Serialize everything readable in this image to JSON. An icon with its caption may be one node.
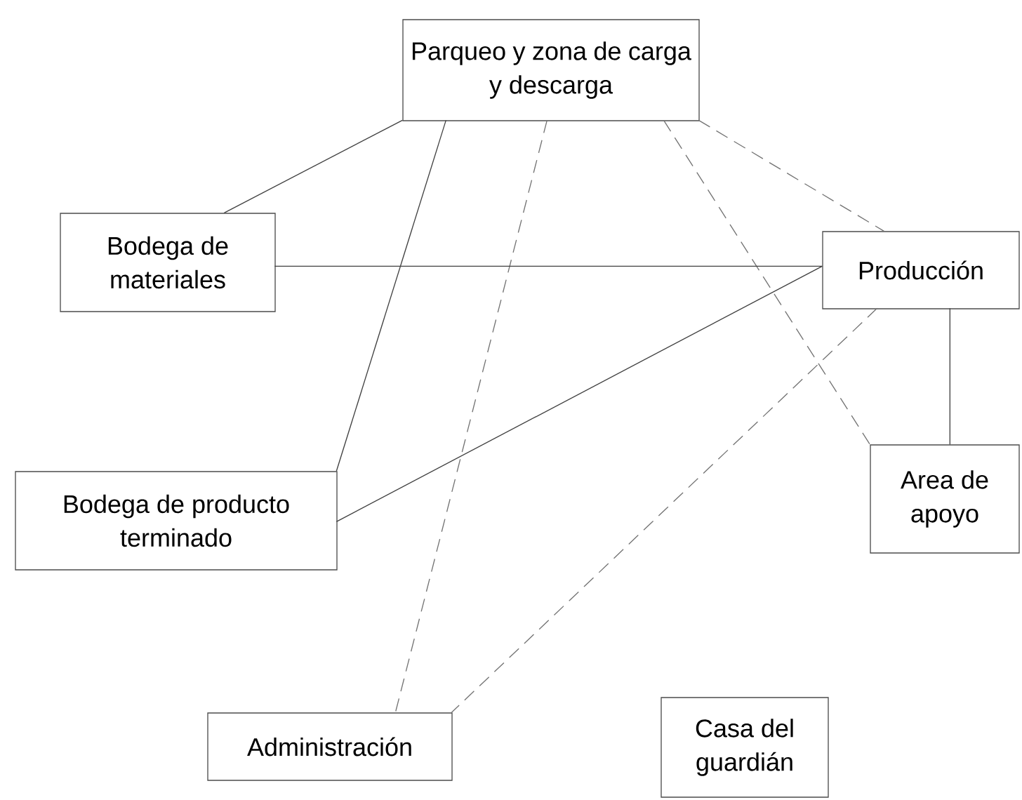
{
  "diagram": {
    "nodes": [
      {
        "text": [
          "Parqueo y zona de carga y descarga"
        ]
      },
      {
        "text": [
          "Bodega de materiales"
        ]
      },
      {
        "text": [
          "Producción"
        ]
      },
      {
        "text": [
          "Bodega de producto terminado"
        ]
      },
      {
        "text": [
          "Area de apoyo"
        ]
      },
      {
        "text": [
          "Administración"
        ]
      },
      {
        "text": [
          "Casa del guardián"
        ]
      }
    ],
    "edges": [
      {
        "from": 0,
        "to": 1,
        "arrow": "none"
      },
      {
        "from": 0,
        "to": 3,
        "arrow": "none"
      },
      {
        "from": 0,
        "to": 5,
        "arrow": "none",
        "style": "dashed"
      },
      {
        "from": 0,
        "to": 4,
        "arrow": "none",
        "style": "dashed"
      },
      {
        "from": 0,
        "to": 2,
        "arrow": "none",
        "style": "dashed"
      },
      {
        "from": 1,
        "to": 2,
        "arrow": "none"
      },
      {
        "from": 2,
        "to": 3,
        "arrow": "none"
      },
      {
        "from": 2,
        "to": 5,
        "arrow": "none",
        "style": "dashed"
      },
      {
        "from": 2,
        "to": 4,
        "arrow": "none"
      }
    ]
  }
}
